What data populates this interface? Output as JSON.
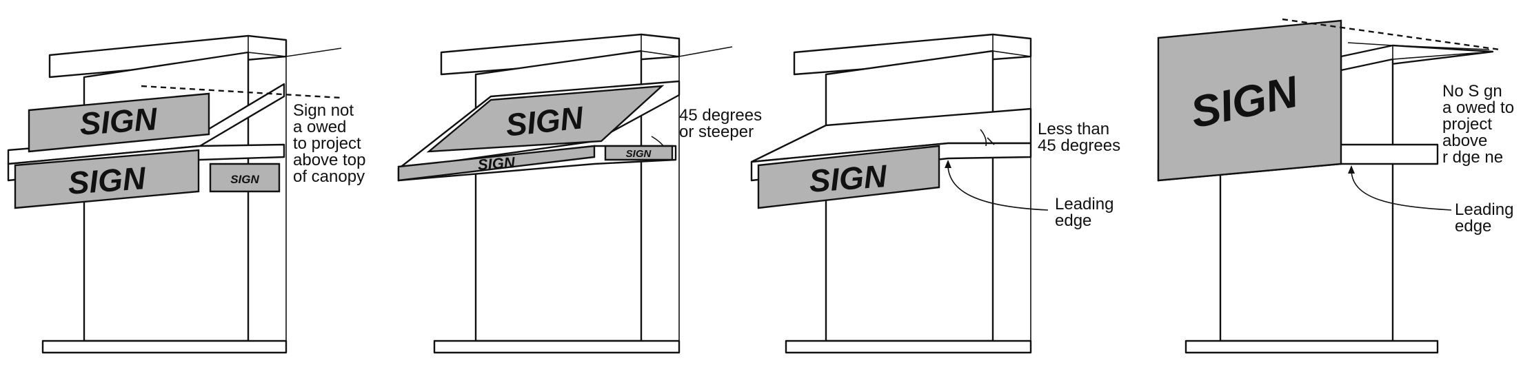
{
  "panels": [
    {
      "signs": [
        "SIGN",
        "SIGN",
        "SIGN"
      ],
      "caption": [
        "Sign not",
        "a owed",
        "to project",
        "above top",
        "of canopy"
      ]
    },
    {
      "signs": [
        "SIGN",
        "SIGN",
        "SIGN"
      ],
      "caption": [
        "45 degrees",
        "or steeper"
      ]
    },
    {
      "signs": [
        "SIGN"
      ],
      "caption": [
        "Less than",
        "45 degrees"
      ],
      "leading": [
        "Leading",
        "edge"
      ]
    },
    {
      "signs": [
        "SIGN"
      ],
      "caption": [
        "No S gn",
        "a owed to",
        "project",
        "above",
        "r dge ne"
      ],
      "leading": [
        "Leading",
        "edge"
      ]
    }
  ]
}
